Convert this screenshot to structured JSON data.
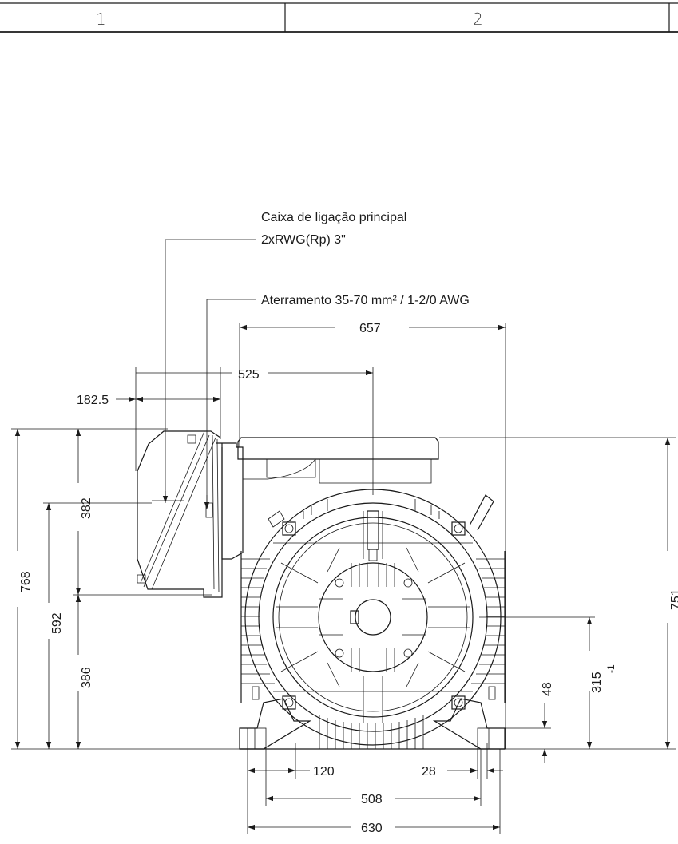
{
  "header": {
    "col1": "1",
    "col2": "2"
  },
  "callouts": {
    "terminal_box_line1": "Caixa de ligação principal",
    "terminal_box_line2": "2xRWG(Rp) 3\"",
    "grounding": "Aterramento 35-70 mm² / 1-2/0 AWG"
  },
  "dimensions": {
    "d657": "657",
    "d525": "525",
    "d182_5": "182.5",
    "d768": "768",
    "d382": "382",
    "d592": "592",
    "d386": "386",
    "d751": "751",
    "d315": "315",
    "d315_tol": "-1",
    "d48": "48",
    "d120": "120",
    "d28": "28",
    "d508": "508",
    "d630": "630"
  }
}
